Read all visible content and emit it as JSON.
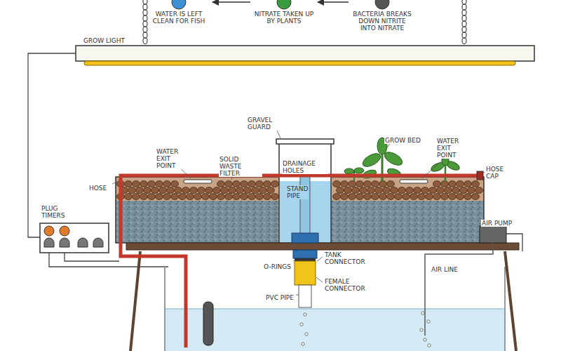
{
  "diagram": {
    "nodes": [
      {
        "text": [
          "WATER IS LEFT CLEAN FOR FISH"
        ]
      },
      {
        "text": [
          "NITRATE TAKEN UP BY PLANTS"
        ]
      },
      {
        "text": [
          "BACTERIA BREAKS DOWN NITRITE INTO NITRATE"
        ]
      }
    ],
    "edges": [
      {
        "from": 1,
        "to": 0,
        "arrow": "to"
      },
      {
        "from": 2,
        "to": 1,
        "arrow": "to"
      }
    ],
    "labels": [
      "GROW LIGHT",
      "GRAVEL GUARD",
      "GROW BED",
      "WATER EXIT POINT",
      "WATER EXIT POINT",
      "SOLID WASTE FILTER",
      "HOSE CAP",
      "DRAINAGE HOLES",
      "STAND PIPE",
      "HOSE",
      "PLUG TIMERS",
      "AIR PUMP",
      "O-RINGS",
      "TANK CONNECTOR",
      "FEMALE CONNECTOR",
      "PVC PIPE",
      "AIR LINE"
    ]
  }
}
